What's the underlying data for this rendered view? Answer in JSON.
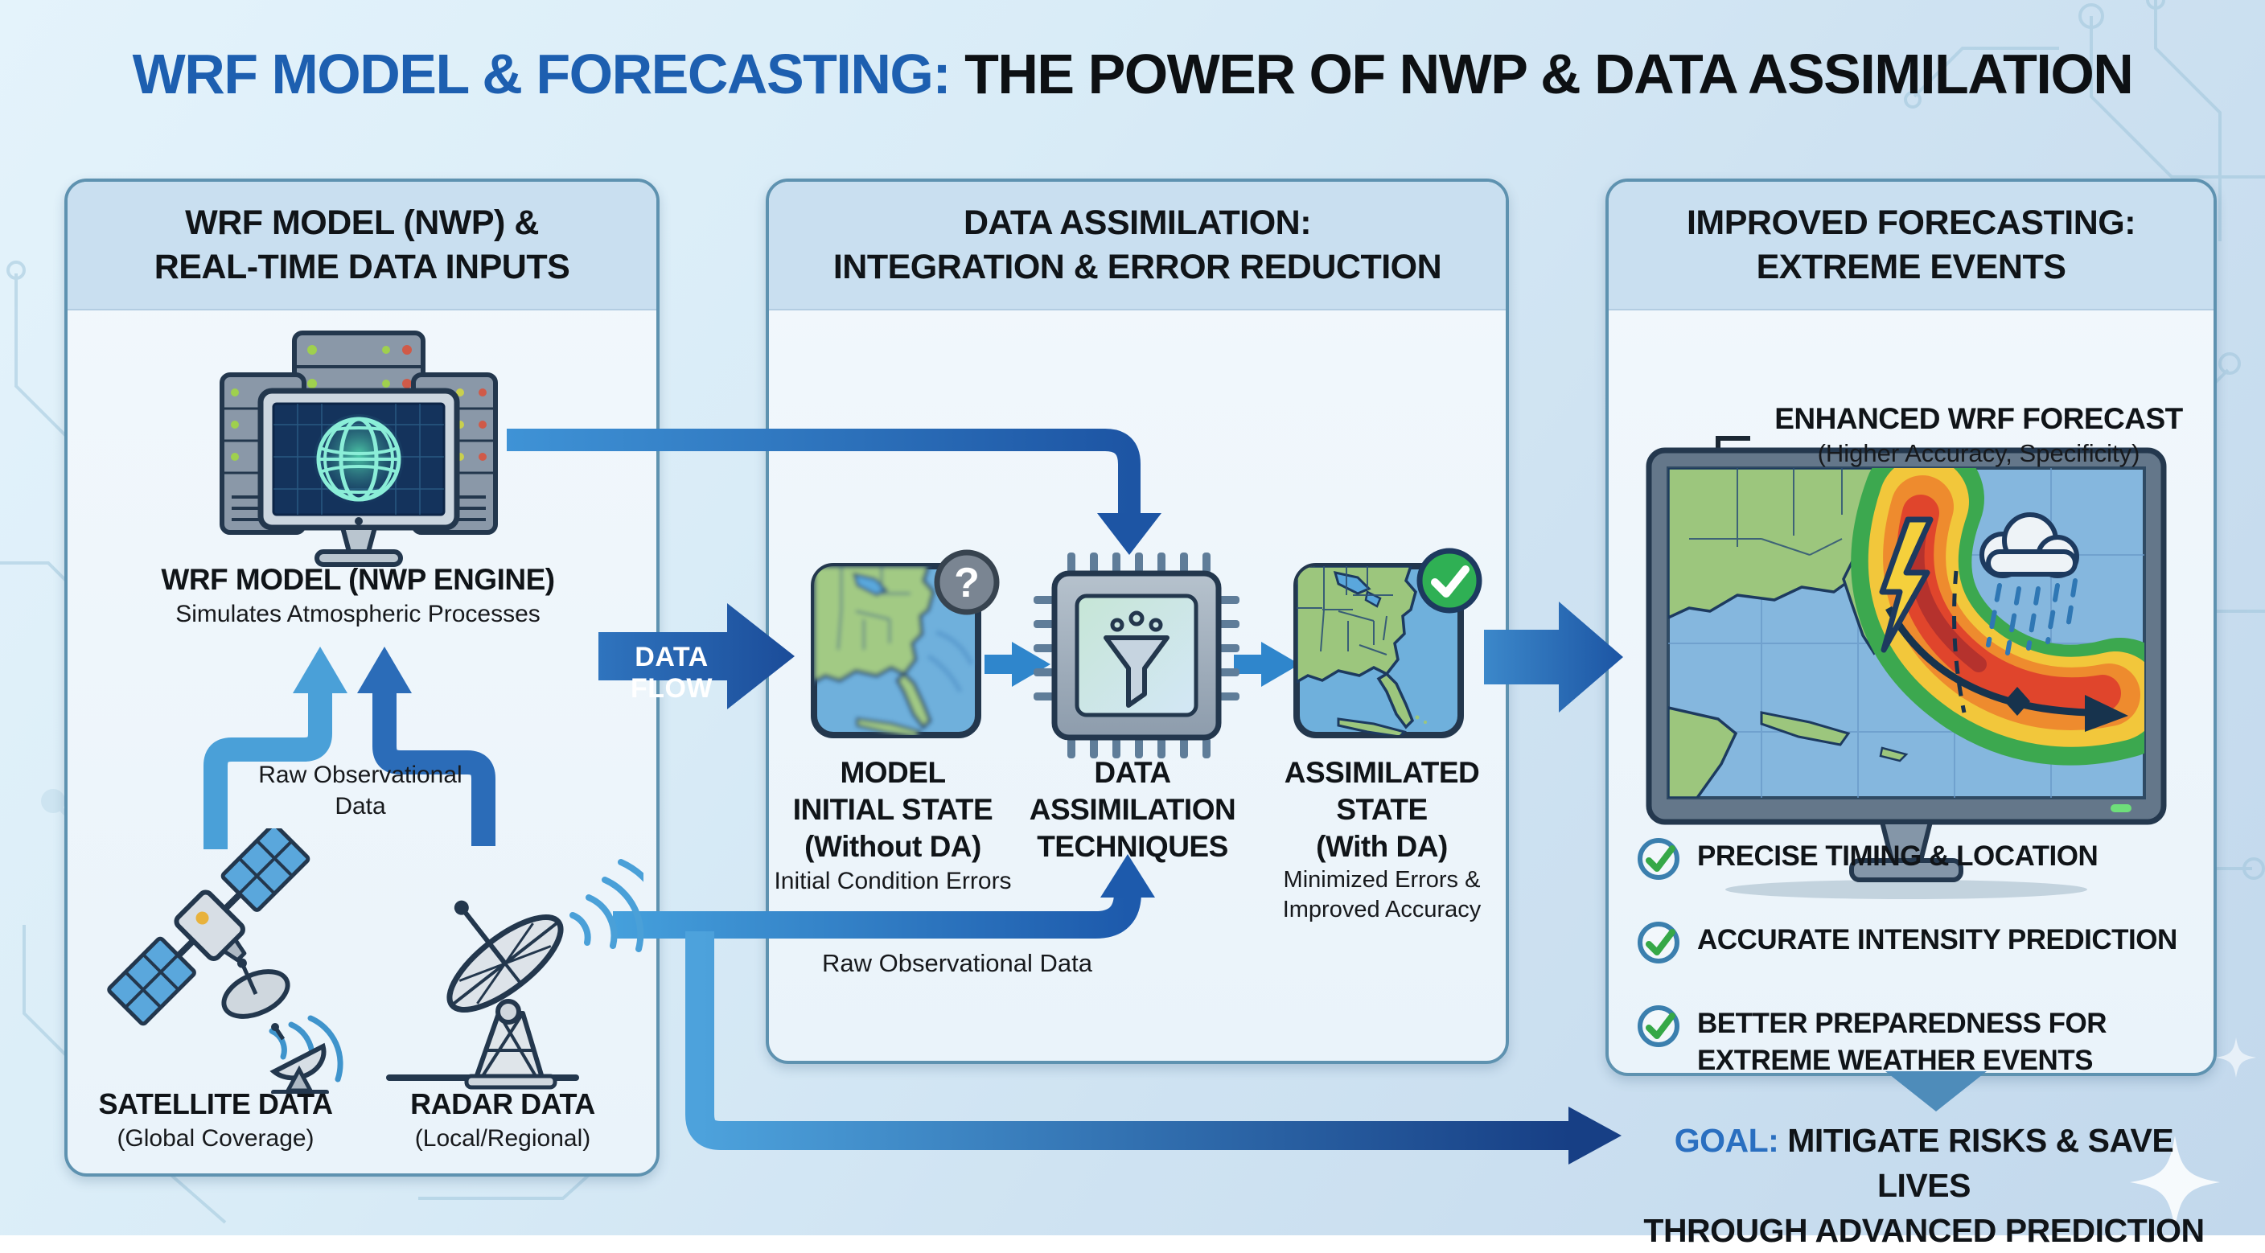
{
  "title": {
    "highlight": "WRF MODEL & FORECASTING:",
    "rest": " THE POWER OF NWP & DATA ASSIMILATION"
  },
  "panels": {
    "inputs": {
      "header_line1": "WRF MODEL (NWP) &",
      "header_line2": "REAL-TIME DATA INPUTS",
      "model_title": "WRF MODEL (NWP ENGINE)",
      "model_subtitle": "Simulates Atmospheric Processes",
      "raw_label_line1": "Raw Observational",
      "raw_label_line2": "Data",
      "satellite_title": "SATELLITE DATA",
      "satellite_subtitle": "(Global Coverage)",
      "radar_title": "RADAR DATA",
      "radar_subtitle": "(Local/Regional)"
    },
    "assimilation": {
      "header_line1": "DATA ASSIMILATION:",
      "header_line2": "INTEGRATION & ERROR REDUCTION",
      "data_flow_label": "DATA FLOW",
      "question_badge": "?",
      "initial_state": {
        "line1": "MODEL",
        "line2": "INITIAL STATE",
        "line3": "(Without DA)",
        "subtitle": "Initial Condition Errors"
      },
      "techniques": {
        "line1": "DATA",
        "line2": "ASSIMILATION",
        "line3": "TECHNIQUES"
      },
      "assimilated": {
        "line1": "ASSIMILATED",
        "line2": "STATE",
        "line3": "(With DA)",
        "subtitle_line1": "Minimized Errors &",
        "subtitle_line2": "Improved Accuracy"
      },
      "raw_data_label": "Raw Observational Data"
    },
    "forecasting": {
      "header_line1": "IMPROVED FORECASTING:",
      "header_line2": "EXTREME EVENTS",
      "callout_title": "ENHANCED WRF FORECAST",
      "callout_subtitle": "(Higher Accuracy, Specificity)",
      "bullets": [
        "PRECISE TIMING & LOCATION",
        "ACCURATE INTENSITY PREDICTION",
        "BETTER PREPAREDNESS FOR EXTREME WEATHER EVENTS"
      ]
    }
  },
  "goal": {
    "label": "GOAL:",
    "line1_rest": " MITIGATE RISKS & SAVE LIVES",
    "line2": "THROUGH ADVANCED PREDICTION"
  },
  "colors": {
    "title_blue": "#1d5fb0",
    "goal_blue": "#2a6fc0",
    "panel_border": "#5e92b0",
    "panel_header_bg": "#c9dff0",
    "arrow_dark": "#1d55a4",
    "arrow_medium": "#2f86cc",
    "arrow_light": "#4aa0d8",
    "check_green": "#2fb054",
    "question_gray": "#7a8592",
    "land_green": "#9cc67d",
    "ocean_blue": "#6fb0dc",
    "cone_colors": [
      "#3ca84f",
      "#f2c73b",
      "#ee8b2e",
      "#e0452c",
      "#b5322d"
    ]
  }
}
